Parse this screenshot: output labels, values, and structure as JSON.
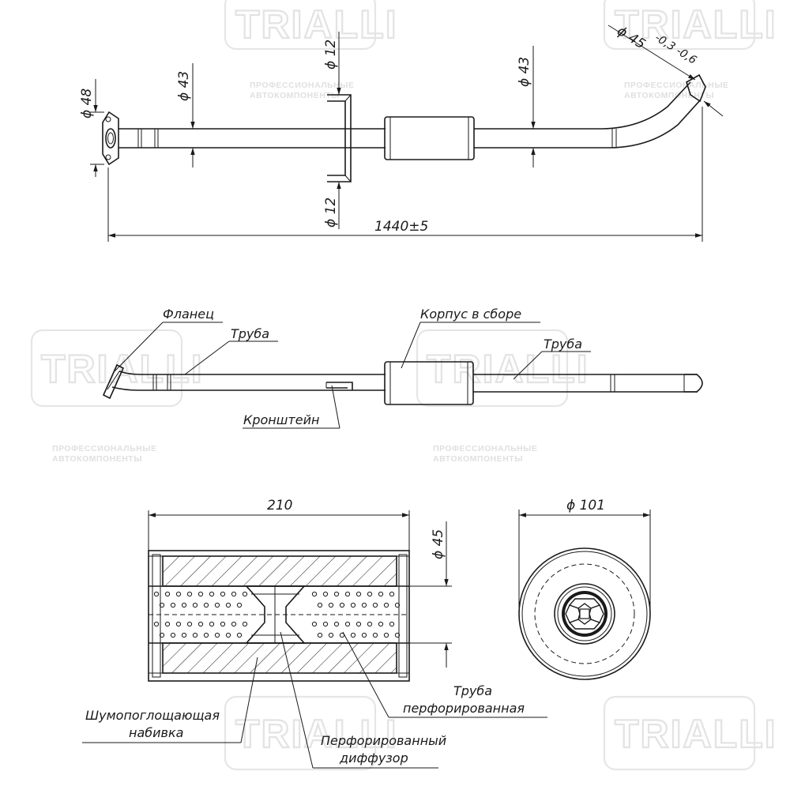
{
  "watermark": {
    "brand": "TRIALLI",
    "tagline_1": "ПРОФЕССИОНАЛЬНЫЕ",
    "tagline_2": "АВТОКОМПОНЕНТЫ"
  },
  "top_view": {
    "dim_flange": "ϕ 48",
    "dim_pipe_front": "ϕ 43",
    "dim_bracket_top": "ϕ 12",
    "dim_bracket_bottom": "ϕ 12",
    "dim_pipe_rear": "ϕ 43",
    "dim_outlet": "ϕ 45",
    "dim_outlet_tol": "-0,3 -0,6",
    "dim_length": "1440±5"
  },
  "side_view": {
    "label_flange": "Фланец",
    "label_pipe_front": "Труба",
    "label_body": "Корпус в сборе",
    "label_pipe_rear": "Труба",
    "label_bracket": "Кронштейн"
  },
  "section_view": {
    "dim_length": "210",
    "dim_inner": "ϕ 45",
    "label_packing_1": "Шумопоглощающая",
    "label_packing_2": "набивка",
    "label_perf_pipe_1": "Труба",
    "label_perf_pipe_2": "перфорированная",
    "label_diffuser_1": "Перфорированный",
    "label_diffuser_2": "диффузор"
  },
  "end_view": {
    "dim_diameter": "ϕ 101"
  }
}
